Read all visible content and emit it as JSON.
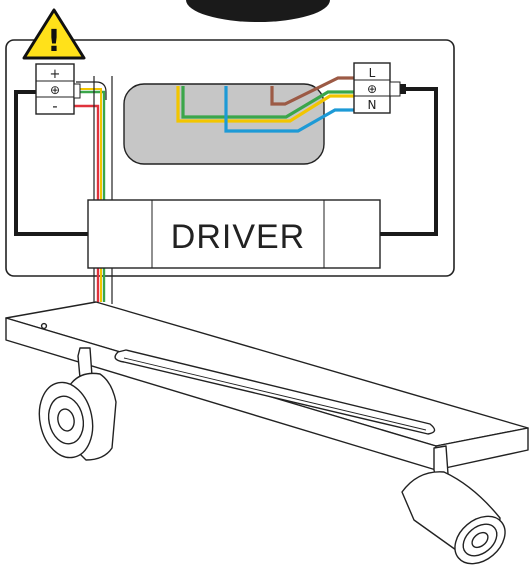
{
  "warning": {
    "symbol": "!",
    "color": "#ffe11a",
    "icon": "warning-triangle-icon"
  },
  "driver": {
    "label": "DRIVER"
  },
  "low_voltage_terminal": {
    "plus": "+",
    "earth": "⊕",
    "minus": "-"
  },
  "mains_terminal": {
    "live": "L",
    "earth": "⊕",
    "neutral": "N"
  },
  "wire_colors": {
    "brown": "#9c5a45",
    "yellow": "#f2c500",
    "green": "#3aa64a",
    "blue": "#1d9ad6",
    "red": "#e0323c",
    "black": "#1a1a1a"
  },
  "device_fill": "#c6c6c6"
}
